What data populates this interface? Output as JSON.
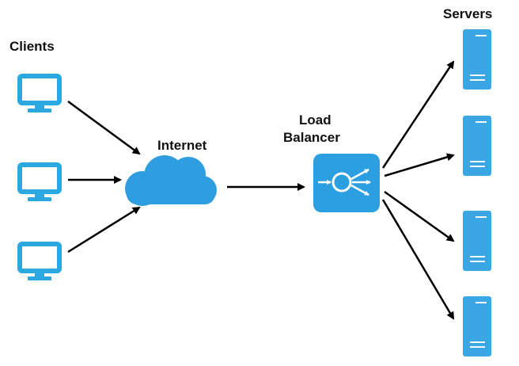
{
  "labels": {
    "clients": "Clients",
    "internet": "Internet",
    "load_balancer_line1": "Load",
    "load_balancer_line2": "Balancer",
    "servers": "Servers"
  },
  "colors": {
    "monitor": "#2ba8e0",
    "cloud": "#2f9ee0",
    "balancer": "#2b9fe0",
    "server": "#3aa6e4",
    "arrow": "#000000",
    "text": "#111111"
  },
  "icons": {
    "client": "monitor-icon",
    "internet": "cloud-icon",
    "balancer": "load-balancer-icon",
    "server": "server-icon"
  }
}
